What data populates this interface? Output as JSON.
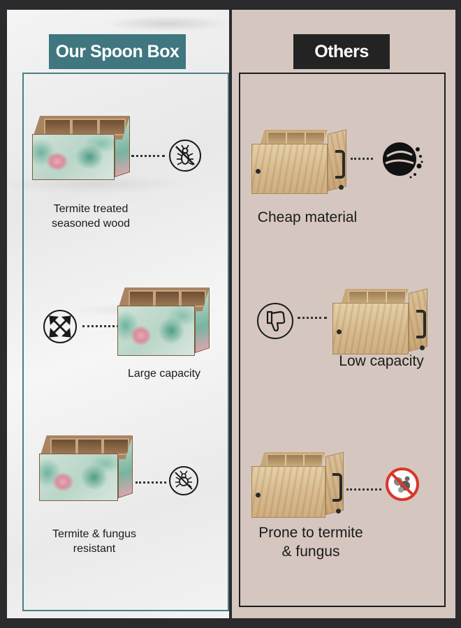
{
  "left_panel": {
    "title": "Our Spoon Box",
    "items": [
      {
        "caption_line1": "Termite treated",
        "caption_line2": "seasoned wood",
        "icon": "termite-crossed-icon"
      },
      {
        "caption_line1": "Large capacity",
        "icon": "expand-arrows-icon"
      },
      {
        "caption_line1": "Termite & fungus",
        "caption_line2": "resistant",
        "icon": "bug-crossed-icon"
      }
    ]
  },
  "right_panel": {
    "title": "Others",
    "items": [
      {
        "caption_line1": "Cheap material",
        "icon": "broken-splatter-icon"
      },
      {
        "caption_line1": "Low capacity",
        "icon": "thumbs-down-icon"
      },
      {
        "caption_line1": "Prone to termite",
        "caption_line2": "& fungus",
        "icon": "fungus-prohibited-icon"
      }
    ]
  },
  "colors": {
    "teal_accent": "#3f7680",
    "dark_badge": "#232323",
    "right_background": "#d5c7c0",
    "prohibited_red": "#d9362c"
  }
}
